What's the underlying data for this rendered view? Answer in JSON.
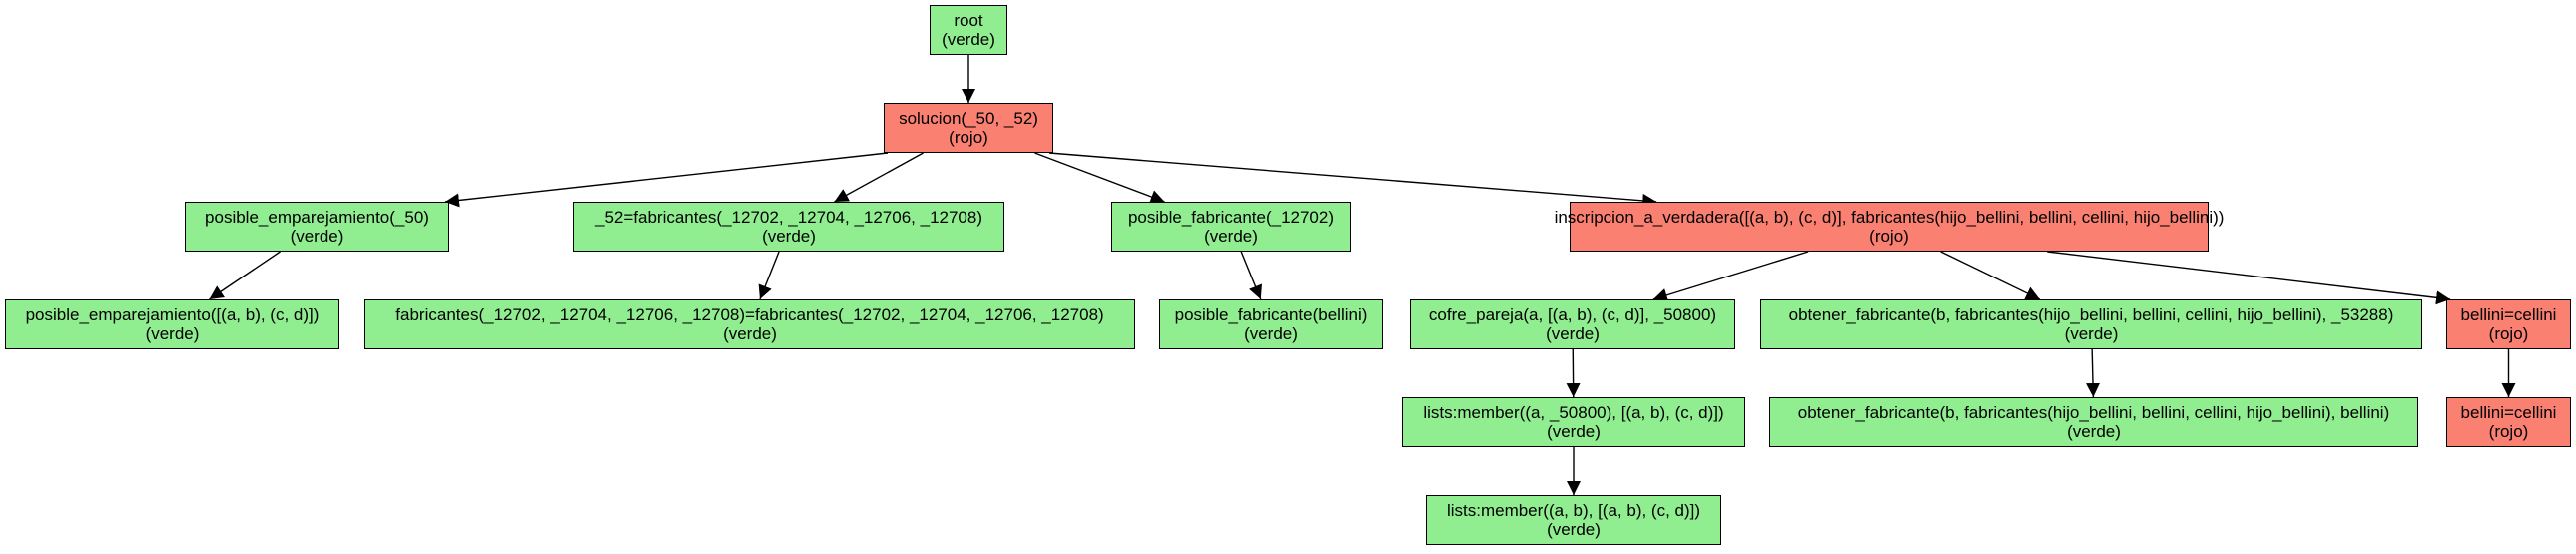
{
  "colors": {
    "verde": "#90ee90",
    "rojo": "#fa8072",
    "border": "#000000",
    "edge": "#000000"
  },
  "tree": {
    "nodes": [
      {
        "id": "root",
        "label": "root",
        "state": "(verde)",
        "kind": "verde"
      },
      {
        "id": "solucion",
        "label": "solucion(_50, _52)",
        "state": "(rojo)",
        "kind": "rojo"
      },
      {
        "id": "posible_emp",
        "label": "posible_emparejamiento(_50)",
        "state": "(verde)",
        "kind": "verde"
      },
      {
        "id": "eq52",
        "label": "_52=fabricantes(_12702, _12704, _12706, _12708)",
        "state": "(verde)",
        "kind": "verde"
      },
      {
        "id": "posible_fab",
        "label": "posible_fabricante(_12702)",
        "state": "(verde)",
        "kind": "verde"
      },
      {
        "id": "inscripcion",
        "label": "inscripcion_a_verdadera([(a, b), (c, d)], fabricantes(hijo_bellini, bellini, cellini, hijo_bellini))",
        "state": "(rojo)",
        "kind": "rojo"
      },
      {
        "id": "posible_emp2",
        "label": "posible_emparejamiento([(a, b), (c, d)])",
        "state": "(verde)",
        "kind": "verde"
      },
      {
        "id": "fab_eq",
        "label": "fabricantes(_12702, _12704, _12706, _12708)=fabricantes(_12702, _12704, _12706, _12708)",
        "state": "(verde)",
        "kind": "verde"
      },
      {
        "id": "posible_fab2",
        "label": "posible_fabricante(bellini)",
        "state": "(verde)",
        "kind": "verde"
      },
      {
        "id": "cofre",
        "label": "cofre_pareja(a, [(a, b), (c, d)], _50800)",
        "state": "(verde)",
        "kind": "verde"
      },
      {
        "id": "obtener",
        "label": "obtener_fabricante(b, fabricantes(hijo_bellini, bellini, cellini, hijo_bellini), _53288)",
        "state": "(verde)",
        "kind": "verde"
      },
      {
        "id": "bellini1",
        "label": "bellini=cellini",
        "state": "(rojo)",
        "kind": "rojo"
      },
      {
        "id": "member1",
        "label": "lists:member((a, _50800), [(a, b), (c, d)])",
        "state": "(verde)",
        "kind": "verde"
      },
      {
        "id": "obtener2",
        "label": "obtener_fabricante(b, fabricantes(hijo_bellini, bellini, cellini, hijo_bellini), bellini)",
        "state": "(verde)",
        "kind": "verde"
      },
      {
        "id": "bellini2",
        "label": "bellini=cellini",
        "state": "(rojo)",
        "kind": "rojo"
      },
      {
        "id": "member2",
        "label": "lists:member((a, b), [(a, b), (c, d)])",
        "state": "(verde)",
        "kind": "verde"
      }
    ],
    "edges": [
      [
        "root",
        "solucion"
      ],
      [
        "solucion",
        "posible_emp"
      ],
      [
        "solucion",
        "eq52"
      ],
      [
        "solucion",
        "posible_fab"
      ],
      [
        "solucion",
        "inscripcion"
      ],
      [
        "posible_emp",
        "posible_emp2"
      ],
      [
        "eq52",
        "fab_eq"
      ],
      [
        "posible_fab",
        "posible_fab2"
      ],
      [
        "inscripcion",
        "cofre"
      ],
      [
        "inscripcion",
        "obtener"
      ],
      [
        "inscripcion",
        "bellini1"
      ],
      [
        "cofre",
        "member1"
      ],
      [
        "obtener",
        "obtener2"
      ],
      [
        "bellini1",
        "bellini2"
      ],
      [
        "member1",
        "member2"
      ]
    ]
  }
}
